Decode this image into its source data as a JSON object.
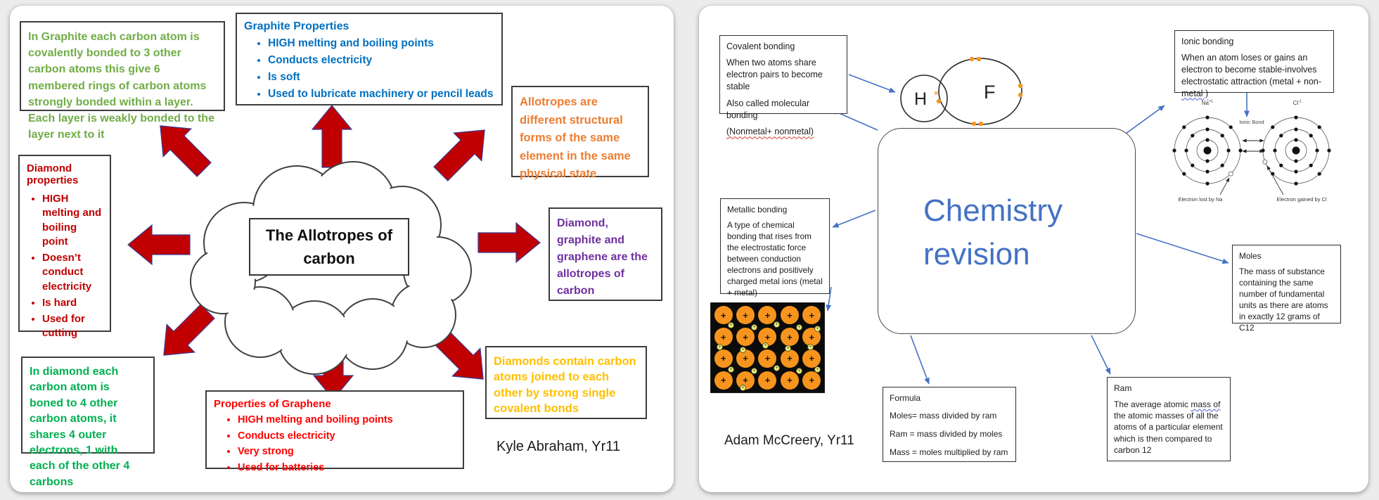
{
  "canvas": {
    "bg": "#ececec"
  },
  "left": {
    "author": "Kyle Abraham, Yr11",
    "cloud_title": "The Allotropes of carbon",
    "arrow_color": "#C00000",
    "graphite_structure": {
      "color": "#70AD47",
      "text": "In Graphite each carbon atom is covalently bonded to 3 other carbon atoms this give 6 membered rings of carbon atoms strongly bonded within a layer. Each layer is weakly bonded to the layer next to it"
    },
    "graphite_properties": {
      "color": "#0070C0",
      "title": "Graphite Properties",
      "bullets": [
        "HIGH melting and boiling points",
        "Conducts electricity",
        "Is soft",
        "Used to lubricate machinery or pencil leads"
      ]
    },
    "allotropes_definition": {
      "color": "#ED7D31",
      "text": "Allotropes are different structural forms of the same element in the same physical state"
    },
    "diamond_properties": {
      "color": "#C00000",
      "title": "Diamond properties",
      "bullets": [
        "HIGH melting and boiling point",
        "Doesn’t conduct electricity",
        "Is hard",
        "Used for cutting"
      ]
    },
    "allotropes_list": {
      "color": "#7030A0",
      "text": "Diamond, graphite and graphene are the allotropes of carbon"
    },
    "diamond_structure": {
      "color": "#00B050",
      "text": "In diamond each carbon atom is boned to 4 other carbon atoms, it shares 4 outer electrons, 1 with each of the other 4 carbons"
    },
    "graphene_properties": {
      "color": "#FF0000",
      "title": "Properties of Graphene",
      "bullets": [
        "HIGH melting and boiling points",
        "Conducts electricity",
        "Very strong",
        "Used for batteries"
      ]
    },
    "diamond_bonds": {
      "color": "#FFC000",
      "text": "Diamonds contain carbon atoms joined to each other by strong single covalent bonds"
    }
  },
  "right": {
    "author": "Adam McCreery, Yr11",
    "connector_color": "#4472C4",
    "center_title": {
      "line1": "Chemistry",
      "line2": "revision",
      "color": "#4472C4"
    },
    "covalent": {
      "title": "Covalent bonding",
      "p1": "When two atoms share electron pairs to become stable",
      "p2": "Also called molecular bonding",
      "p3": "(Nonmetal+ nonmetal)"
    },
    "ionic": {
      "title": "Ionic bonding",
      "p1a": "When an atom loses or gains an electron to become stable-involves electrostatic attraction (metal + non-",
      "p1b": "metal )"
    },
    "metallic": {
      "title": "Metallic bonding",
      "p1": "A type of chemical bonding that rises from the electrostatic force between conduction electrons and positively charged metal ions (metal + metal)"
    },
    "moles": {
      "title": "Moles",
      "p1": "The mass of substance containing the same number of fundamental units as there are atoms in exactly 12 grams of C12"
    },
    "formula": {
      "title": "Formula",
      "p1": "Moles= mass divided by ram",
      "p2": "Ram = mass divided by moles",
      "p3": "Mass = moles multiplied by ram"
    },
    "ram": {
      "title": "Ram",
      "p1a": "The average atomic ",
      "p1b": "mass of",
      "p1c": " the atomic masses of all the atoms of a particular element which is then compared to carbon 12"
    },
    "hf_diagram": {
      "left_atom": "H",
      "right_atom": "F"
    },
    "ionic_diagram": {
      "left_label_base": "Na",
      "left_label_sup": "+1",
      "right_label_base": "Cl",
      "right_label_sup": "-1",
      "bond_label": "Ionic Bond",
      "left_caption": "Electron lost by Na",
      "right_caption": "Electron gained by Cl"
    }
  }
}
